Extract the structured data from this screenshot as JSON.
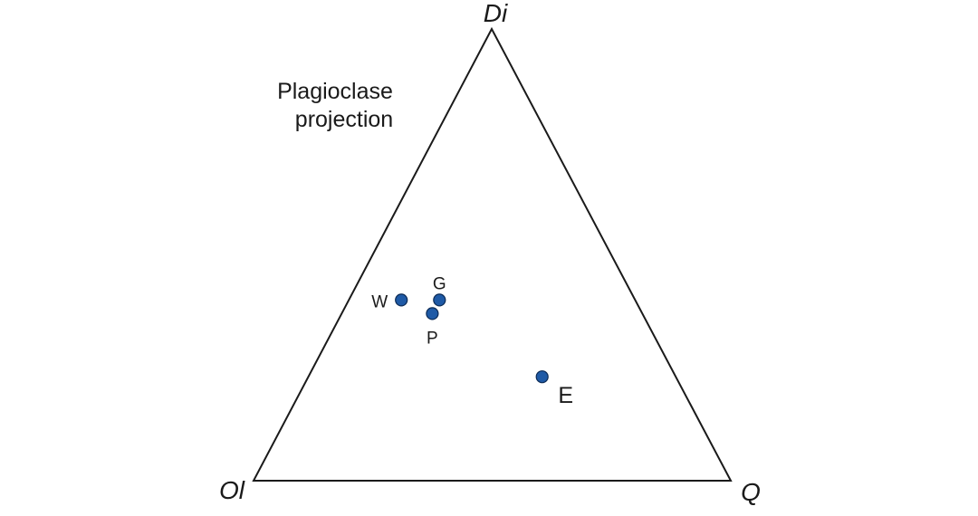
{
  "diagram": {
    "type": "ternary",
    "title_lines": [
      "Plagioclase",
      "projection"
    ],
    "apices": {
      "top": "Di",
      "left": "Ol",
      "right": "Q"
    },
    "point_color": "#1f5aa6",
    "points": [
      {
        "label": "W",
        "ol": 0.49,
        "di": 0.4,
        "q": 0.11
      },
      {
        "label": "G",
        "ol": 0.41,
        "di": 0.4,
        "q": 0.19
      },
      {
        "label": "P",
        "ol": 0.44,
        "di": 0.37,
        "q": 0.19
      },
      {
        "label": "E",
        "ol": 0.28,
        "di": 0.23,
        "q": 0.49
      }
    ]
  }
}
